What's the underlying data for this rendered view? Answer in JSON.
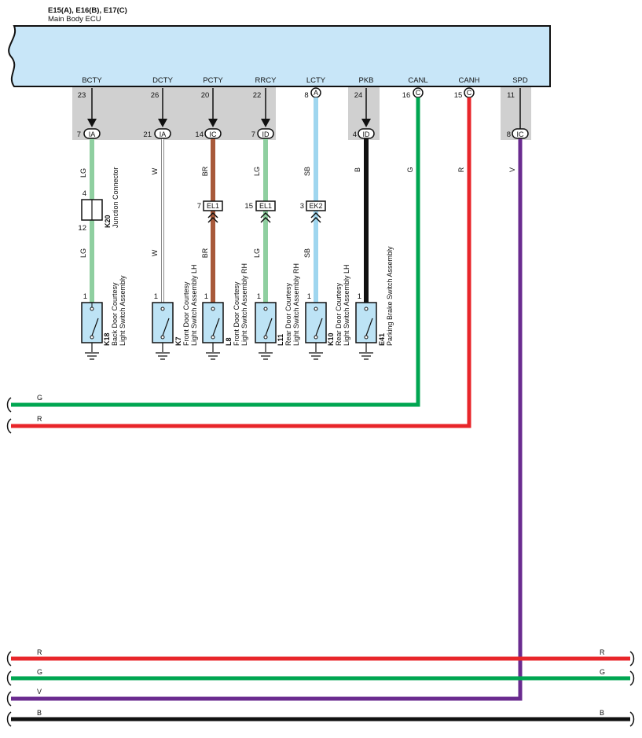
{
  "ecu": {
    "connectors_label": "E15(A), E16(B), E17(C)",
    "name": "Main Body ECU",
    "terminals": [
      {
        "signal": "BCTY",
        "pin": "23"
      },
      {
        "signal": "DCTY",
        "pin": "26"
      },
      {
        "signal": "PCTY",
        "pin": "20"
      },
      {
        "signal": "RRCY",
        "pin": "22"
      },
      {
        "signal": "LCTY",
        "pin": "8",
        "connector": "A"
      },
      {
        "signal": "PKB",
        "pin": "24"
      },
      {
        "signal": "CANL",
        "pin": "16",
        "connector": "C"
      },
      {
        "signal": "CANH",
        "pin": "15",
        "connector": "C"
      },
      {
        "signal": "SPD",
        "pin": "11"
      }
    ]
  },
  "junctions": [
    {
      "pin": "7",
      "tag": "IA"
    },
    {
      "pin": "21",
      "tag": "IA"
    },
    {
      "pin": "14",
      "tag": "IC"
    },
    {
      "pin": "7",
      "tag": "ID"
    },
    {
      "pin": "4",
      "tag": "ID"
    },
    {
      "pin": "8",
      "tag": "IC"
    }
  ],
  "wire_colors": {
    "bcty": "LG",
    "dcty": "W",
    "pcty": "BR",
    "rrcy": "LG",
    "lcty": "SB",
    "pkb": "B",
    "canl": "G",
    "canh": "R",
    "spd": "V"
  },
  "junction_connector": {
    "id": "K20",
    "name": "Junction Connector",
    "pin_top": "4",
    "pin_bottom": "12"
  },
  "inline_connectors": [
    {
      "pin": "7",
      "name": "EL1"
    },
    {
      "pin": "15",
      "name": "EL1"
    },
    {
      "pin": "3",
      "name": "EK2"
    }
  ],
  "switches": [
    {
      "id": "K18",
      "name": "Back Door Courtesy",
      "name2": "Light Switch Assembly",
      "pin": "1"
    },
    {
      "id": "K7",
      "name": "Front Door Courtesy",
      "name2": "Light Switch Assembly LH",
      "pin": "1"
    },
    {
      "id": "L8",
      "name": "Front Door Courtesy",
      "name2": "Light Switch Assembly RH",
      "pin": "1"
    },
    {
      "id": "L11",
      "name": "Rear Door Courtesy",
      "name2": "Light Switch Assembly RH",
      "pin": "1"
    },
    {
      "id": "K10",
      "name": "Rear Door Courtesy",
      "name2": "Light Switch Assembly LH",
      "pin": "1"
    },
    {
      "id": "E41",
      "name": "Parking Brake Switch Assembly",
      "name2": "",
      "pin": "1"
    }
  ],
  "bus_upper": [
    {
      "label": "G"
    },
    {
      "label": "R"
    }
  ],
  "bus_lower": [
    {
      "label": "R",
      "label_right": "R"
    },
    {
      "label": "G",
      "label_right": "G"
    },
    {
      "label": "V"
    },
    {
      "label": "B",
      "label_right": "B"
    }
  ],
  "colors": {
    "ecu_fill": "#c8e6f8",
    "gray_panel": "#d0d0d0",
    "lg": "#8fcfa0",
    "w": "#ffffff",
    "br": "#a8593a",
    "sb": "#9fd6ef",
    "b": "#111111",
    "g": "#00a651",
    "r": "#e8262a",
    "v": "#6a2b8f",
    "switch_fill": "#bde3f5"
  }
}
